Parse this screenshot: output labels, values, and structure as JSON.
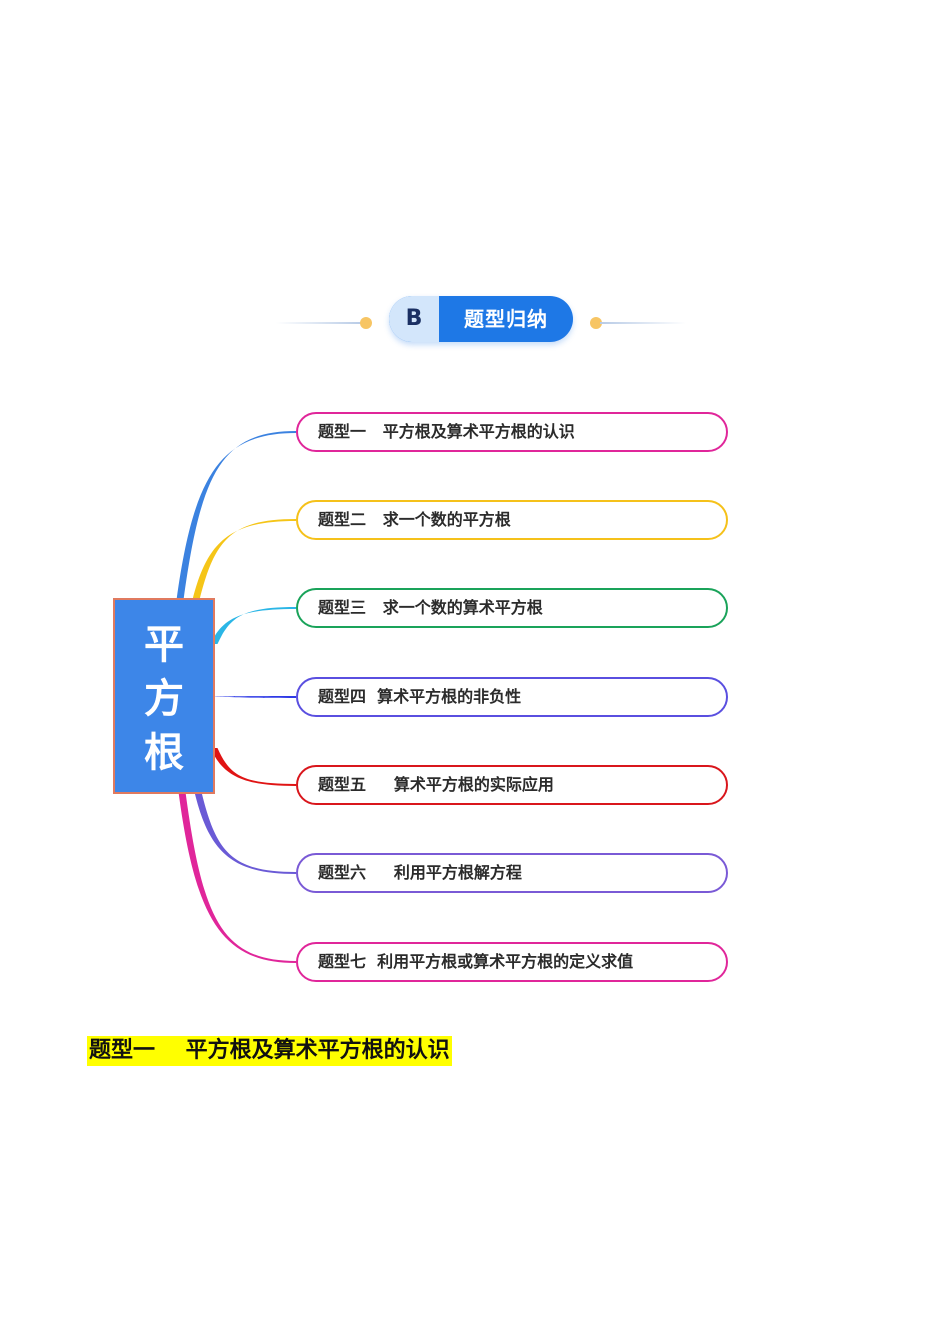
{
  "banner": {
    "letter": "B",
    "title": "题型归纳"
  },
  "mindmap": {
    "root": "平方根",
    "root_color": "#3d86e8",
    "branches": [
      {
        "label": "题型一   平方根及算术平方根的认识",
        "color": "#e0269a"
      },
      {
        "label": "题型二   求一个数的平方根",
        "color": "#f5c11a"
      },
      {
        "label": "题型三   求一个数的算术平方根",
        "color": "#1aa35a"
      },
      {
        "label": "题型四  算术平方根的非负性",
        "color": "#5a4fe0"
      },
      {
        "label": "题型五     算术平方根的实际应用",
        "color": "#d9161c"
      },
      {
        "label": "题型六     利用平方根解方程",
        "color": "#7a5ad6"
      },
      {
        "label": "题型七  利用平方根或算术平方根的定义求值",
        "color": "#e0269a"
      }
    ],
    "connector_colors": [
      "#3b82e0",
      "#f5c518",
      "#2bb6e6",
      "#2f3ae6",
      "#e01414",
      "#6a5ad6",
      "#e0269a"
    ]
  },
  "section": {
    "heading": "题型一    平方根及算术平方根的认识"
  }
}
